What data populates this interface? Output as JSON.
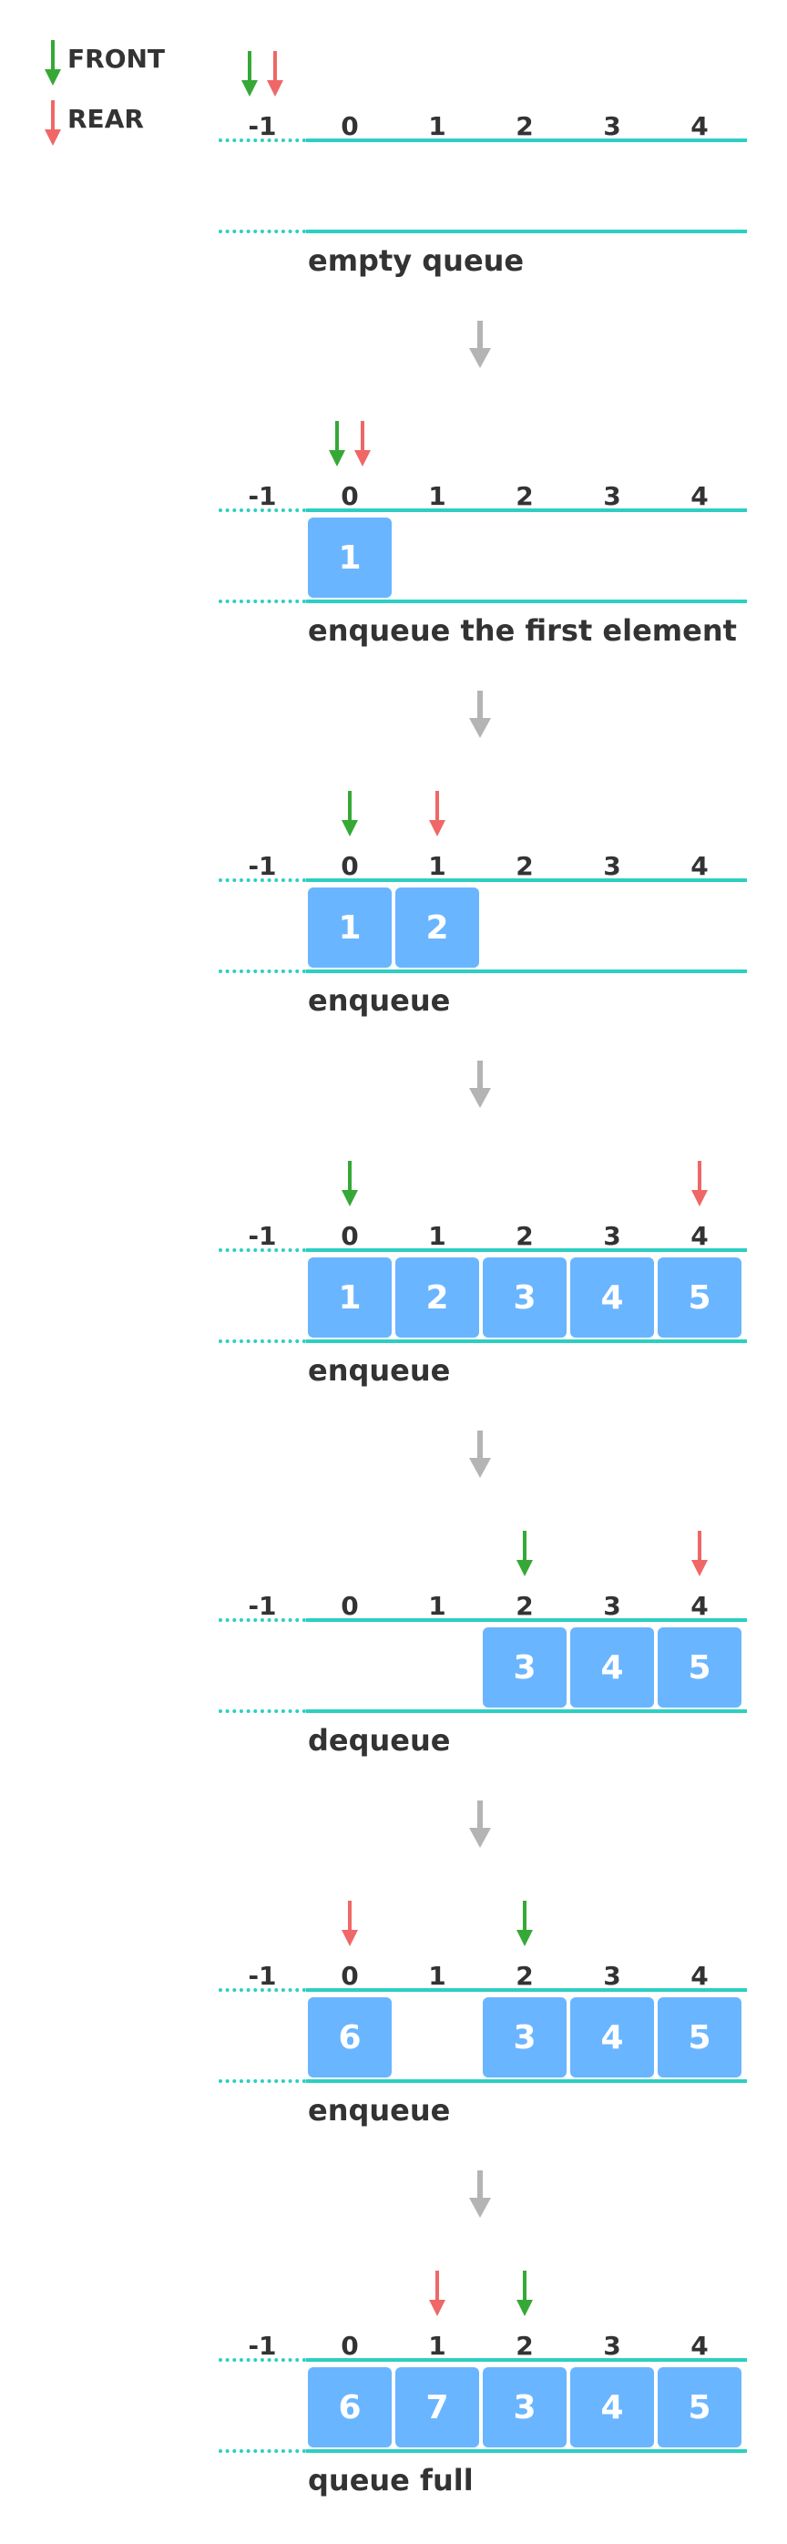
{
  "legend": {
    "front_label": "FRONT",
    "rear_label": "REAR",
    "front_color": "#36a836",
    "rear_color": "#ef6767"
  },
  "index_labels": [
    "-1",
    "0",
    "1",
    "2",
    "3",
    "4"
  ],
  "colors": {
    "line": "#2ccfc2",
    "cell": "#6ab5ff",
    "step_arrow": "#b4b4b4"
  },
  "stages": [
    {
      "caption": "empty queue",
      "front": -1,
      "rear": -1,
      "cells": [
        null,
        null,
        null,
        null,
        null
      ]
    },
    {
      "caption": "enqueue the first element",
      "front": 0,
      "rear": 0,
      "cells": [
        "1",
        null,
        null,
        null,
        null
      ]
    },
    {
      "caption": "enqueue",
      "front": 0,
      "rear": 1,
      "cells": [
        "1",
        "2",
        null,
        null,
        null
      ]
    },
    {
      "caption": "enqueue",
      "front": 0,
      "rear": 4,
      "cells": [
        "1",
        "2",
        "3",
        "4",
        "5"
      ]
    },
    {
      "caption": "dequeue",
      "front": 2,
      "rear": 4,
      "cells": [
        null,
        null,
        "3",
        "4",
        "5"
      ]
    },
    {
      "caption": "enqueue",
      "front": 2,
      "rear": 0,
      "cells": [
        "6",
        null,
        "3",
        "4",
        "5"
      ]
    },
    {
      "caption": "queue full",
      "front": 2,
      "rear": 1,
      "cells": [
        "6",
        "7",
        "3",
        "4",
        "5"
      ]
    }
  ]
}
